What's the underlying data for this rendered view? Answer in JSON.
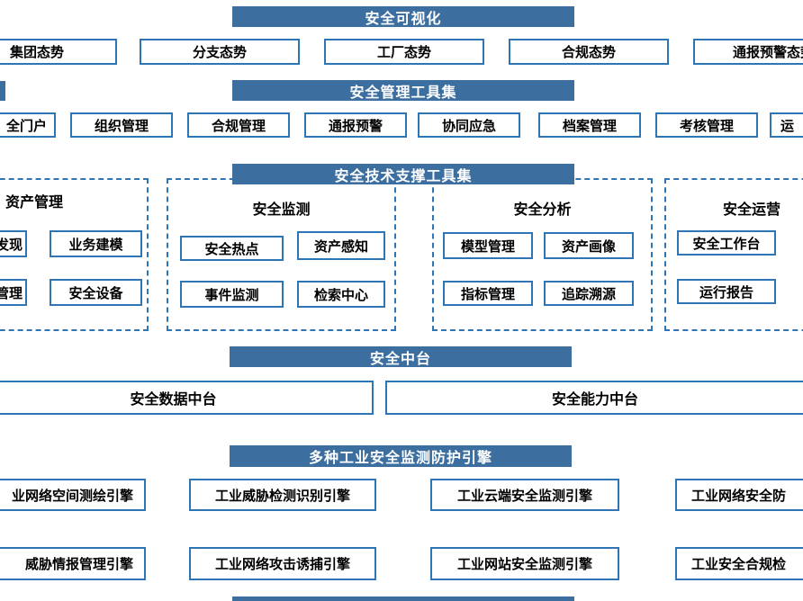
{
  "colors": {
    "header_bg": "#3c6fa0",
    "header_text": "#ffffff",
    "box_border": "#2e75b6",
    "box_text": "#000000",
    "dashed_border": "#2e75b6",
    "background": "#ffffff"
  },
  "sections": {
    "visualization": {
      "title": "安全可视化",
      "items": [
        "集团态势",
        "分支态势",
        "工厂态势",
        "合规态势",
        "通报预警态势"
      ]
    },
    "management": {
      "title": "安全管理工具集",
      "items": [
        "全门户",
        "组织管理",
        "合规管理",
        "通报预警",
        "协同应急",
        "档案管理",
        "考核管理",
        "运"
      ]
    },
    "tech": {
      "title": "安全技术支撑工具集",
      "groups": [
        {
          "title": "资产管理",
          "items": [
            "发现",
            "业务建模",
            "管理",
            "安全设备"
          ]
        },
        {
          "title": "安全监测",
          "items": [
            "安全热点",
            "资产感知",
            "事件监测",
            "检索中心"
          ]
        },
        {
          "title": "安全分析",
          "items": [
            "模型管理",
            "资产画像",
            "指标管理",
            "追踪溯源"
          ]
        },
        {
          "title": "安全运营",
          "items": [
            "安全工作台",
            "运行报告"
          ]
        }
      ]
    },
    "platform": {
      "title": "安全中台",
      "items": [
        "安全数据中台",
        "安全能力中台"
      ]
    },
    "engines": {
      "title": "多种工业安全监测防护引擎",
      "row1": [
        "业网络空间测绘引擎",
        "工业威胁检测识别引擎",
        "工业云端安全监测引擎",
        "工业网络安全防"
      ],
      "row2": [
        "威胁情报管理引擎",
        "工业网络攻击诱捕引擎",
        "工业网站安全监测引擎",
        "工业安全合规检"
      ]
    }
  }
}
